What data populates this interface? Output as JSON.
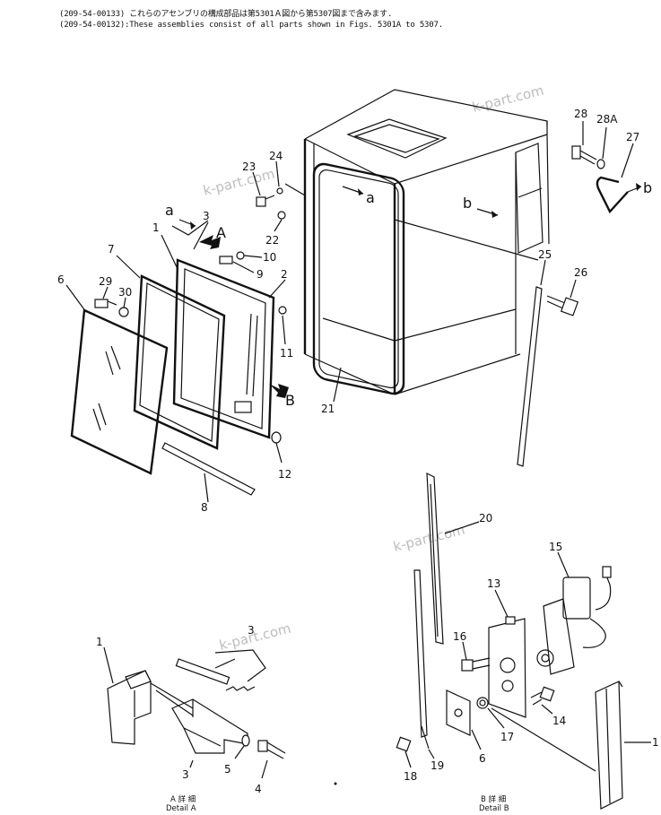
{
  "header": {
    "line1": "(209-54-00133) これらのアセンブリの構成部品は第5301Ａ図から第5307図まで含みます.",
    "line2": "(209-54-00132):These assemblies consist of all parts shown in Figs. 5301A to 5307."
  },
  "watermark": "k-part.com",
  "callouts": {
    "n1": "1",
    "n2": "2",
    "n3": "3",
    "n4": "4",
    "n5": "5",
    "n6": "6",
    "n7": "7",
    "n8": "8",
    "n9": "9",
    "n10": "10",
    "n11": "11",
    "n12": "12",
    "n13": "13",
    "n14": "14",
    "n15": "15",
    "n16": "16",
    "n17": "17",
    "n18": "18",
    "n19": "19",
    "n20": "20",
    "n21": "21",
    "n22": "22",
    "n23": "23",
    "n24": "24",
    "n25": "25",
    "n26": "26",
    "n27": "27",
    "n28": "28",
    "n28a": "28A",
    "n29": "29",
    "n30": "30"
  },
  "view_markers": {
    "a": "a",
    "b": "b",
    "A": "A",
    "B": "B"
  },
  "detail_a": {
    "jp": "A 詳 細",
    "en": "Detail A"
  },
  "detail_b": {
    "jp": "B 詳 細",
    "en": "Detail B"
  }
}
